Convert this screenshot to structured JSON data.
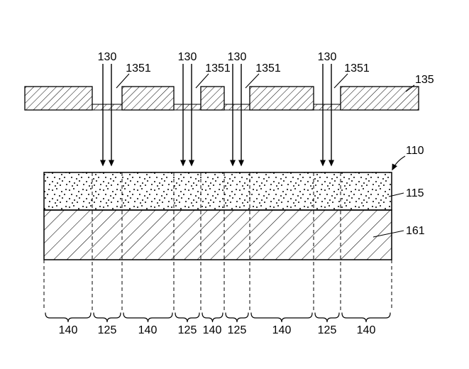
{
  "colors": {
    "ink": "#000000",
    "background": "#ffffff"
  },
  "mask": {
    "label": "135",
    "opening_labels": [
      "1351",
      "1351",
      "1351",
      "1351"
    ]
  },
  "light": {
    "labels": [
      "130",
      "130",
      "130",
      "130"
    ]
  },
  "stack": {
    "label": "110",
    "top_layer_label": "115",
    "bottom_layer_label": "161"
  },
  "dimensions": {
    "labels": [
      "140",
      "125",
      "140",
      "125",
      "140",
      "125",
      "140",
      "125",
      "140"
    ]
  }
}
